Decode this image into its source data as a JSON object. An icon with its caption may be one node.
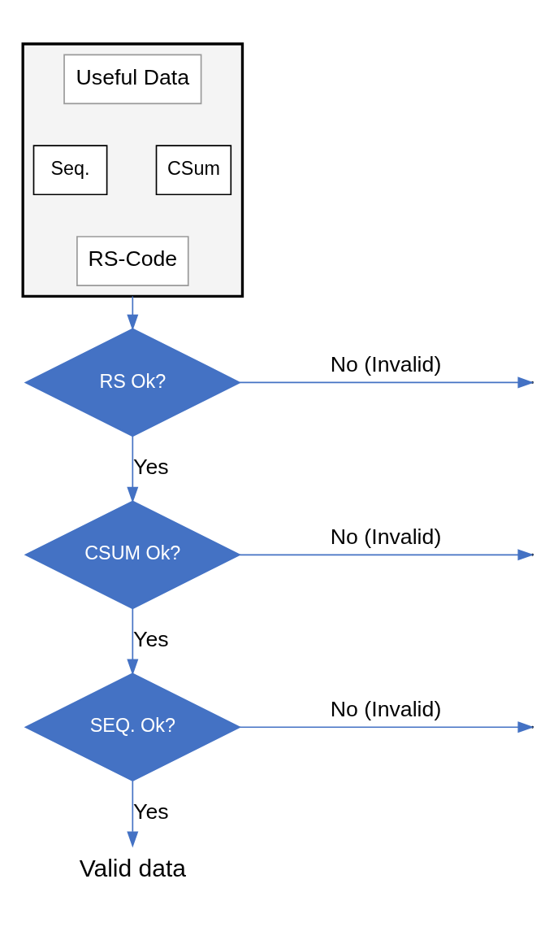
{
  "diagram": {
    "nodes": [
      {
        "text": [],
        "shape": "box"
      },
      {
        "text": [
          "Useful Data"
        ],
        "in": 0
      },
      {
        "text": [
          "Seq."
        ],
        "in": 0
      },
      {
        "text": [
          "CSum"
        ],
        "in": 0
      },
      {
        "text": [
          "RS-Code"
        ],
        "in": 0
      },
      {
        "text": [
          "RS Ok?"
        ]
      },
      {
        "text": [
          "CSUM Ok?"
        ]
      },
      {
        "text": [
          "SEQ. Ok?"
        ]
      },
      {
        "text": [
          "Valid data"
        ]
      }
    ],
    "edges": [
      {
        "from": 0,
        "to": 5,
        "arrow": "to"
      },
      {
        "from": 5,
        "to": null,
        "arrow": "to",
        "label": "No (Invalid)"
      },
      {
        "from": 5,
        "to": 6,
        "arrow": "to",
        "label": "Yes"
      },
      {
        "from": 6,
        "to": null,
        "arrow": "to",
        "label": "No (Invalid)"
      },
      {
        "from": 6,
        "to": 7,
        "arrow": "to",
        "label": "Yes"
      },
      {
        "from": 7,
        "to": null,
        "arrow": "to",
        "label": "No (Invalid)"
      },
      {
        "from": 7,
        "to": 8,
        "arrow": "to",
        "label": "Yes"
      }
    ]
  }
}
